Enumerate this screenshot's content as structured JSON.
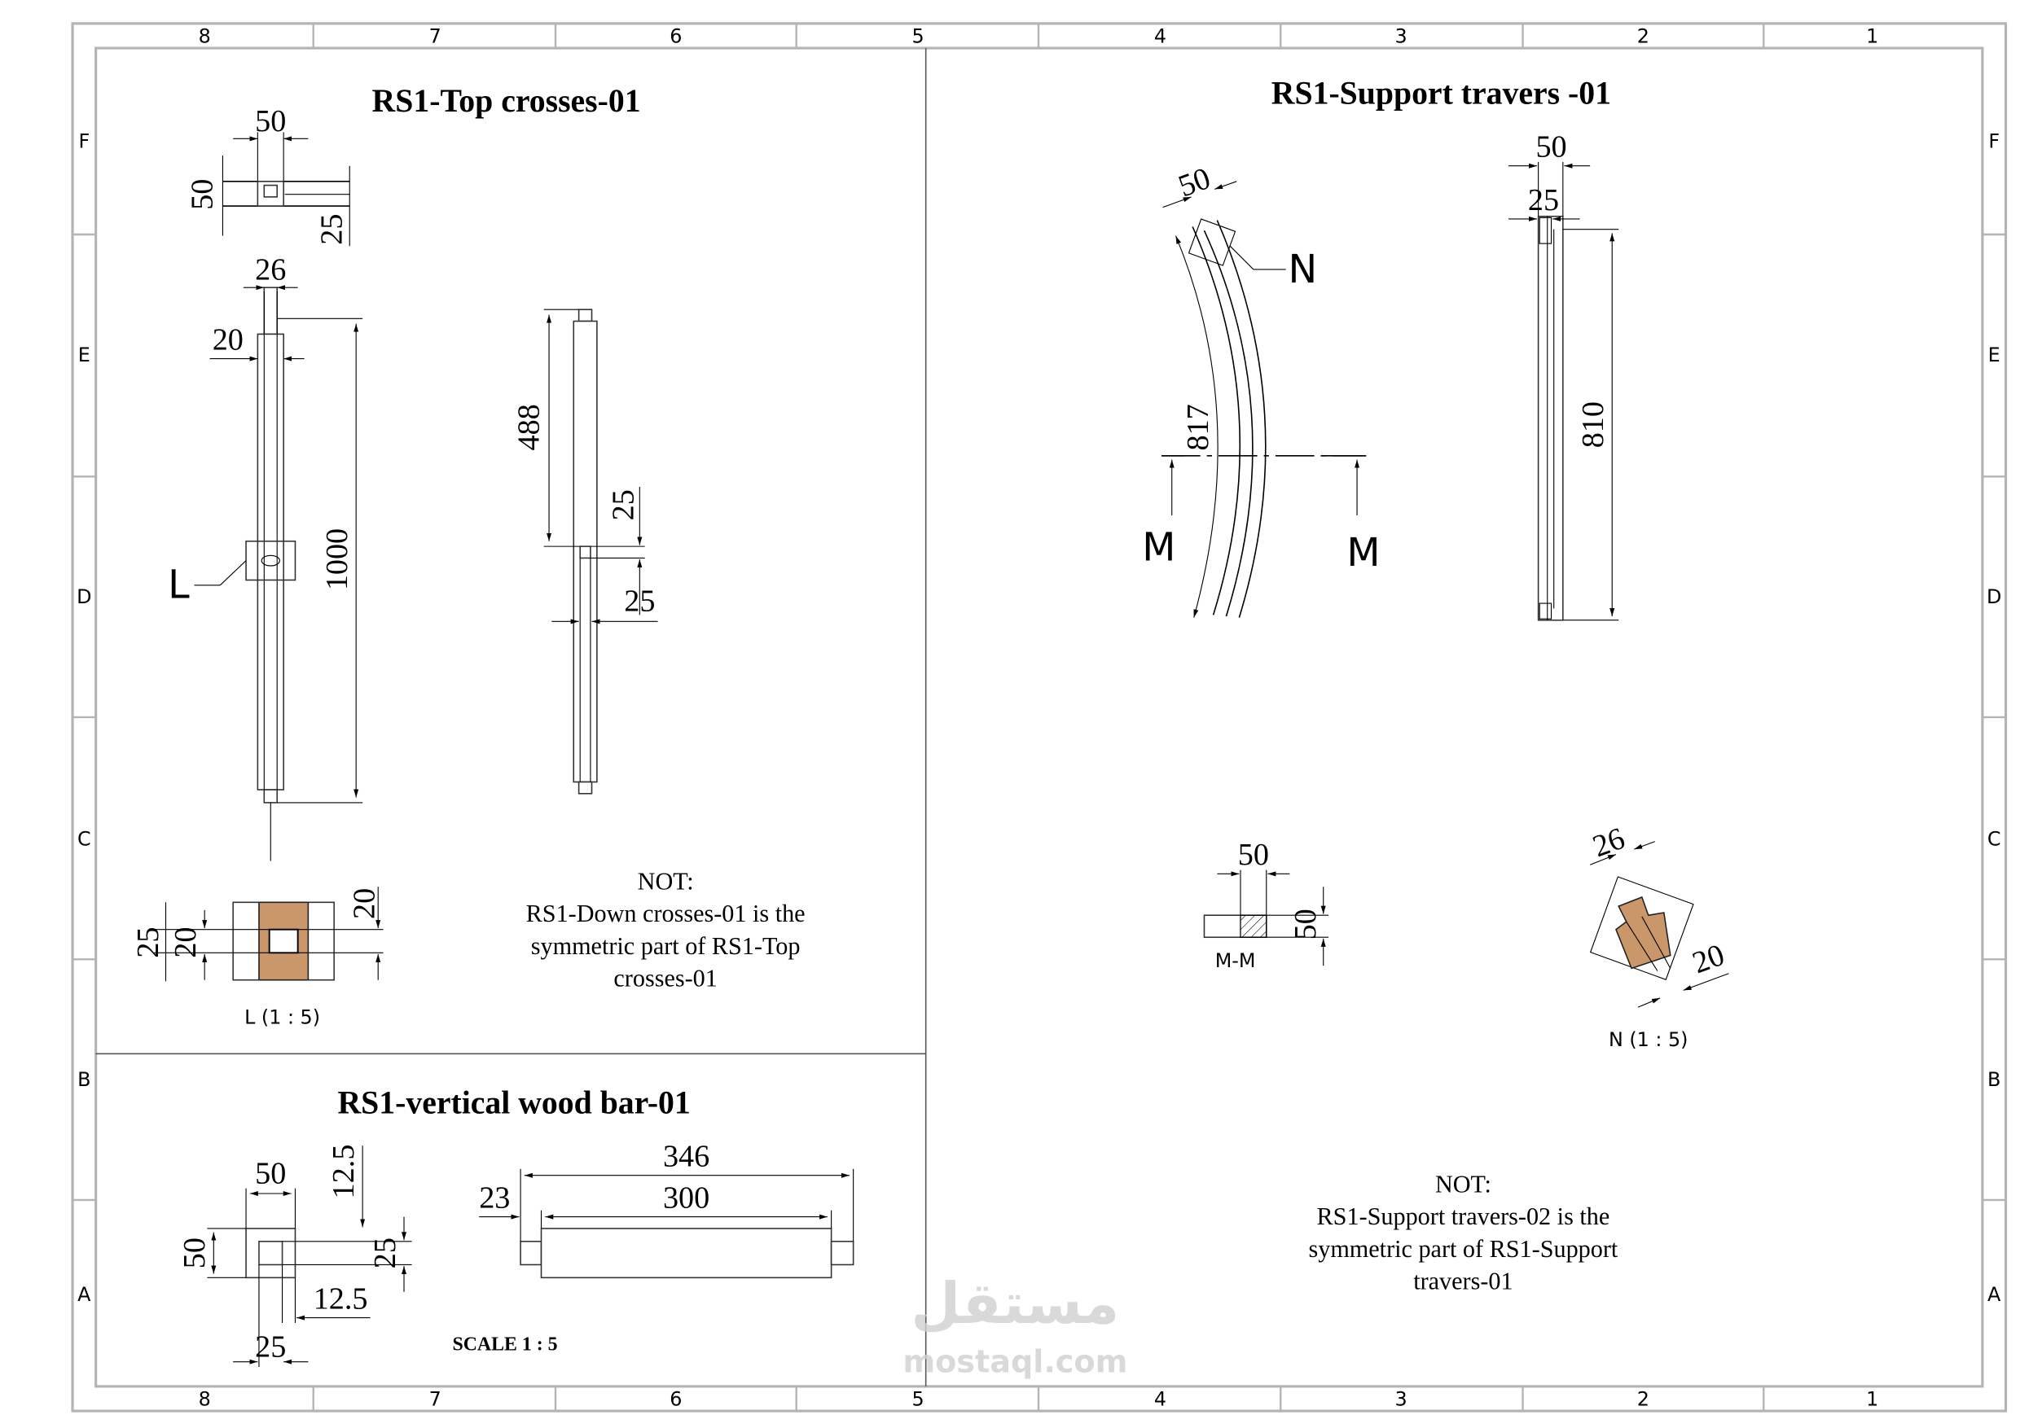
{
  "border": {
    "columns": [
      "8",
      "7",
      "6",
      "5",
      "4",
      "3",
      "2",
      "1"
    ],
    "rows": [
      "F",
      "E",
      "D",
      "C",
      "B",
      "A"
    ]
  },
  "top_crosses": {
    "title": "RS1-Top crosses-01",
    "dims": {
      "sec_w": "50",
      "sec_h": "50",
      "sec_25": "25",
      "w26": "26",
      "w20": "20",
      "len1000": "1000",
      "len488": "488",
      "v25": "25",
      "h25": "25",
      "det_25": "25",
      "det_20a": "20",
      "det_20b": "20"
    },
    "detail_callout": "L",
    "detail_label": "L (1 : 5)",
    "note": [
      "NOT:",
      "RS1-Down crosses-01 is the",
      "symmetric part of RS1-Top",
      "crosses-01"
    ]
  },
  "support_travers": {
    "title": "RS1-Support travers -01",
    "dims": {
      "w50a": "50",
      "r817": "817",
      "w50b": "50",
      "w25": "25",
      "len810": "810",
      "mm_w": "50",
      "mm_h": "50",
      "n26": "26",
      "n20": "20"
    },
    "detail_callout": "N",
    "section_left": "M",
    "section_right": "M",
    "section_label": "M-M",
    "detail_label": "N (1 : 5)",
    "note": [
      "NOT:",
      "RS1-Support travers-02 is the",
      "symmetric part of RS1-Support",
      "travers-01"
    ]
  },
  "vertical_bar": {
    "title": "RS1-vertical wood bar-01",
    "dims": {
      "w50": "50",
      "t12_5a": "12.5",
      "h50": "50",
      "r25": "25",
      "t12_5b": "12.5",
      "b25": "25",
      "len346": "346",
      "len300": "300",
      "tenon23": "23"
    },
    "scale": "SCALE 1 : 5"
  },
  "watermark": {
    "arabic": "مستقل",
    "latin": "mostaql.com"
  },
  "colors": {
    "wood": "#c9976a",
    "frame": "#b4b4b4"
  }
}
